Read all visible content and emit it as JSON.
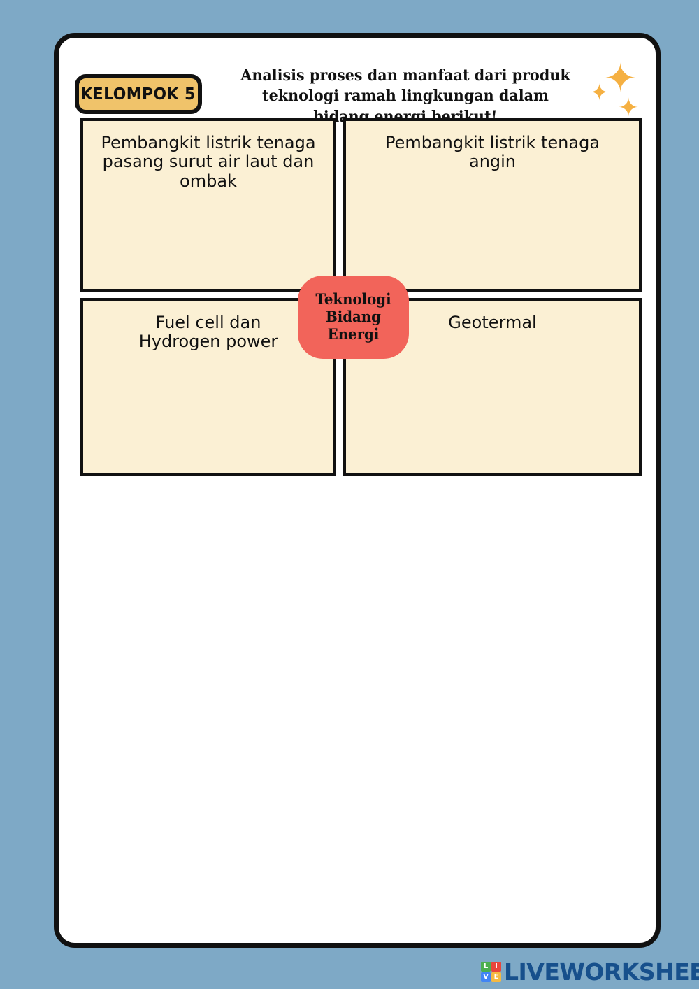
{
  "page": {
    "background_color": "#7ea9c6",
    "card_background": "#ffffff",
    "card_border_color": "#111111"
  },
  "header": {
    "group_badge": {
      "label": "KELOMPOK 5",
      "fill_color": "#f0c36a",
      "border_color": "#111111"
    },
    "instruction": "Analisis proses dan manfaat dari produk teknologi ramah lingkungan dalam bidang energi berikut!",
    "sparkles": [
      {
        "name": "sparkle-large",
        "glyph": "✦",
        "color": "#f5b042"
      },
      {
        "name": "sparkle-small",
        "glyph": "✦",
        "color": "#f5b042"
      },
      {
        "name": "sparkle-medium",
        "glyph": "✦",
        "color": "#f5b042"
      }
    ]
  },
  "mindmap": {
    "center_node": {
      "label": "Teknologi\nBidang Energi",
      "fill_color": "#f2645a",
      "text_color": "#111111"
    },
    "box_fill_color": "#fbf0d4",
    "box_border_color": "#111111",
    "boxes": [
      {
        "id": "tidal",
        "label": "Pembangkit listrik tenaga\npasang surut air laut dan\nombak",
        "answer": ""
      },
      {
        "id": "wind",
        "label": "Pembangkit listrik tenaga\nangin",
        "answer": ""
      },
      {
        "id": "fuelcell",
        "label": "Fuel cell dan\nHydrogen power",
        "answer": ""
      },
      {
        "id": "geothermal",
        "label": "Geotermal",
        "answer": ""
      }
    ]
  },
  "footer": {
    "brand": {
      "wordmark": "LIVEWORKSHEETS",
      "wordmark_color": "#17508c",
      "tiles": [
        {
          "letter": "L",
          "color": "#4caf50"
        },
        {
          "letter": "I",
          "color": "#e8453c"
        },
        {
          "letter": "V",
          "color": "#4285f4"
        },
        {
          "letter": "E",
          "color": "#f5b942"
        }
      ]
    }
  }
}
